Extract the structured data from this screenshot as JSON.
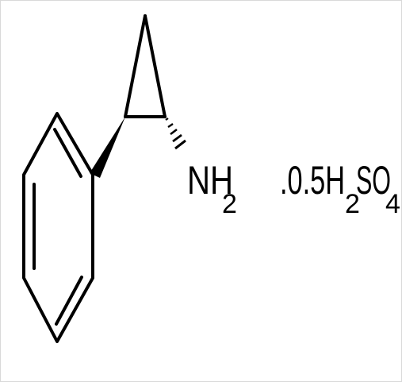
{
  "structure": {
    "amine_group": {
      "main": "NH",
      "subscript": "2"
    },
    "salt": {
      "prefix": ".0.5H",
      "subscript_1": "2",
      "middle": "SO",
      "subscript_2": "4"
    }
  },
  "colors": {
    "ink": "#000000",
    "background": "#ffffff",
    "frame": "#d9d9d9"
  }
}
